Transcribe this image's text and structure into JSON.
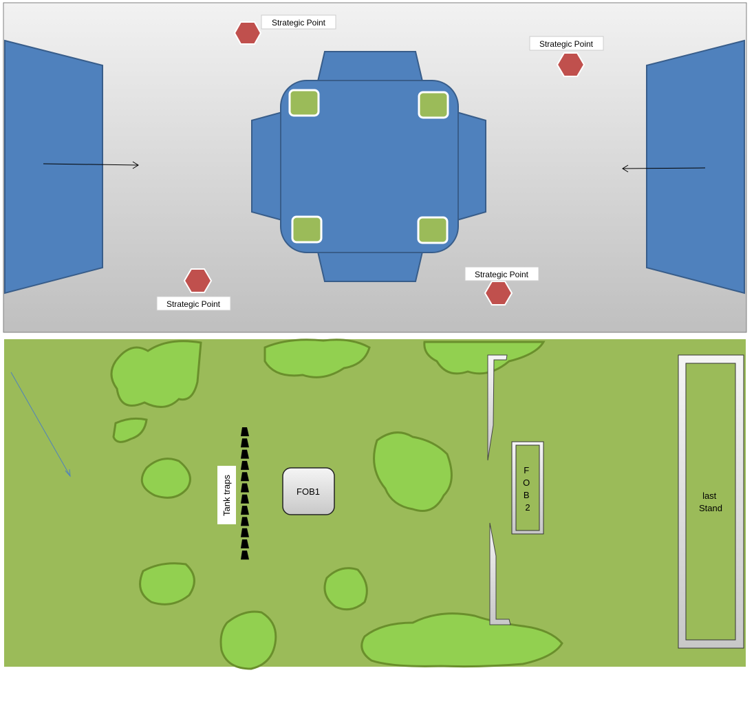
{
  "top_map": {
    "strategic_points": [
      {
        "label": "Strategic Point"
      },
      {
        "label": "Strategic Point"
      },
      {
        "label": "Strategic Point"
      },
      {
        "label": "Strategic Point"
      }
    ]
  },
  "bottom_map": {
    "tank_traps_label": "Tank traps",
    "fob1_label": "FOB1",
    "fob2_letters": [
      "F",
      "O",
      "B",
      "2"
    ],
    "last_stand_lines": [
      "last",
      "Stand"
    ]
  },
  "colors": {
    "blue": "#4f81bd",
    "red": "#c0504d",
    "olive": "#9bbb59",
    "bush": "#92d050"
  }
}
